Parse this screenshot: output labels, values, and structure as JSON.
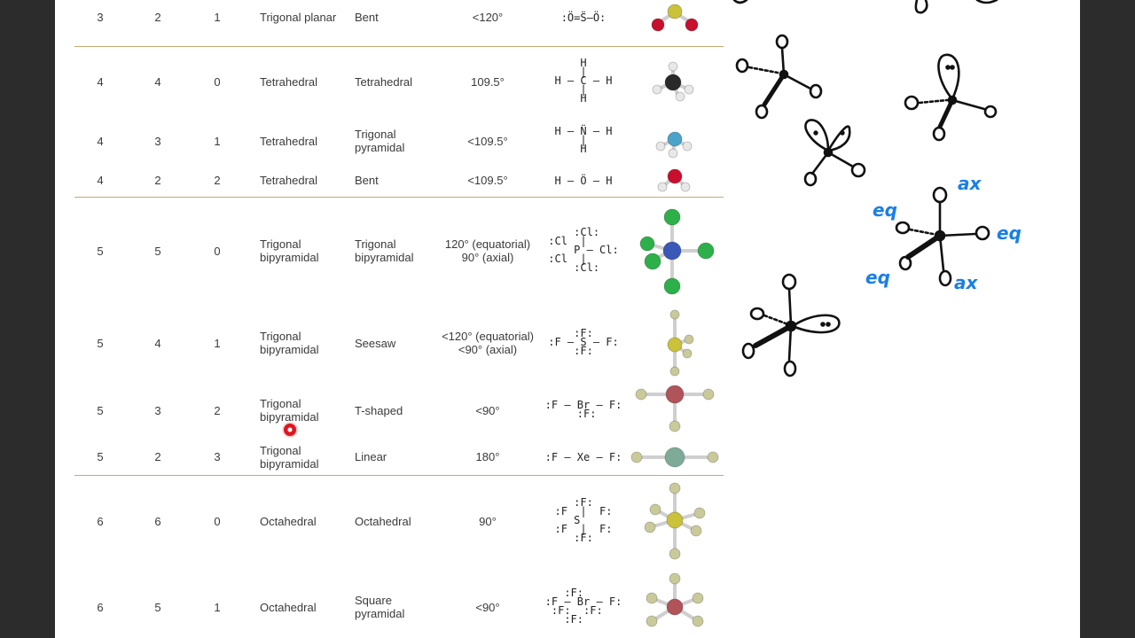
{
  "table": {
    "rows": [
      {
        "domains": "3",
        "bonding": "2",
        "lone": "1",
        "electron_geometry": "Trigonal planar",
        "molecular_geometry": "Bent",
        "angle": "<120°",
        "lewis": ":Ö=S̈—Ö:",
        "model": "so2"
      },
      {
        "domains": "4",
        "bonding": "4",
        "lone": "0",
        "electron_geometry": "Tetrahedral",
        "molecular_geometry": "Tetrahedral",
        "angle": "109.5°",
        "lewis": "    H\n    |\nH — C — H\n    |\n    H",
        "model": "ch4"
      },
      {
        "domains": "4",
        "bonding": "3",
        "lone": "1",
        "electron_geometry": "Tetrahedral",
        "molecular_geometry": "Trigonal pyramidal",
        "angle": "<109.5°",
        "lewis": "H — N̈ — H\n    |\n    H",
        "model": "nh3"
      },
      {
        "domains": "4",
        "bonding": "2",
        "lone": "2",
        "electron_geometry": "Tetrahedral",
        "molecular_geometry": "Bent",
        "angle": "<109.5°",
        "lewis": "H — Ö — H",
        "model": "h2o"
      },
      {
        "domains": "5",
        "bonding": "5",
        "lone": "0",
        "electron_geometry": "Trigonal bipyramidal",
        "molecular_geometry": "Trigonal bipyramidal",
        "angle": "120° (equatorial)\n90° (axial)",
        "lewis": "    :Cl:\n:Cl  |\n    P — Cl:\n:Cl  |\n    :Cl:",
        "model": "pcl5"
      },
      {
        "domains": "5",
        "bonding": "4",
        "lone": "1",
        "electron_geometry": "Trigonal bipyramidal",
        "molecular_geometry": "Seesaw",
        "angle": "<120° (equatorial)\n<90° (axial)",
        "lewis": "    :F:\n:F — S — F:\n    :F:",
        "model": "sf4"
      },
      {
        "domains": "5",
        "bonding": "3",
        "lone": "2",
        "electron_geometry": "Trigonal bipyramidal",
        "molecular_geometry": "T-shaped",
        "angle": "<90°",
        "lewis": ":F — Br — F:\n     :F:",
        "model": "brf3"
      },
      {
        "domains": "5",
        "bonding": "2",
        "lone": "3",
        "electron_geometry": "Trigonal bipyramidal",
        "molecular_geometry": "Linear",
        "angle": "180°",
        "lewis": ":F — Xe — F:",
        "model": "xef2"
      },
      {
        "domains": "6",
        "bonding": "6",
        "lone": "0",
        "electron_geometry": "Octahedral",
        "molecular_geometry": "Octahedral",
        "angle": "90°",
        "lewis": "   :F:\n:F  |  F:\n   S\n:F  |  F:\n   :F:",
        "model": "sf6"
      },
      {
        "domains": "6",
        "bonding": "5",
        "lone": "1",
        "electron_geometry": "Octahedral",
        "molecular_geometry": "Square pyramidal",
        "angle": "<90°",
        "lewis": "   :F:\n:F — Br — F:\n :F:  :F:\n   :F:",
        "model": "brf5"
      }
    ]
  },
  "annotations": {
    "labels": [
      "eq",
      "ax",
      "eq",
      "eq",
      "ax"
    ]
  },
  "colors": {
    "page": "#ffffff",
    "frame": "#2c2c2c",
    "divider": "#c9a875",
    "ink": "#111111",
    "blue_ink": "#1a7fe6",
    "pointer": "#e0141e"
  }
}
